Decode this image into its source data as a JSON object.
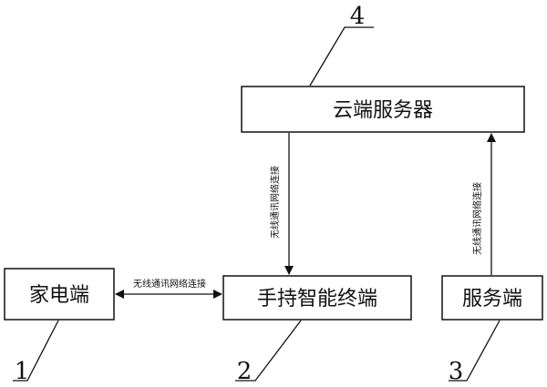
{
  "nodes": {
    "appliance": {
      "label": "家电端",
      "ref": "1"
    },
    "handheld": {
      "label": "手持智能终端",
      "ref": "2"
    },
    "server": {
      "label": "服务端",
      "ref": "3"
    },
    "cloud": {
      "label": "云端服务器",
      "ref": "4"
    }
  },
  "edges": {
    "appliance_handheld": {
      "label": "无线通讯网络连接",
      "direction": "bidirectional"
    },
    "cloud_handheld": {
      "label": "无线通讯网络连接",
      "direction": "cloud-to-handheld"
    },
    "server_cloud": {
      "label": "无线通讯网络连接",
      "direction": "server-to-cloud"
    }
  },
  "colors": {
    "stroke": "#111111",
    "background": "#ffffff"
  }
}
